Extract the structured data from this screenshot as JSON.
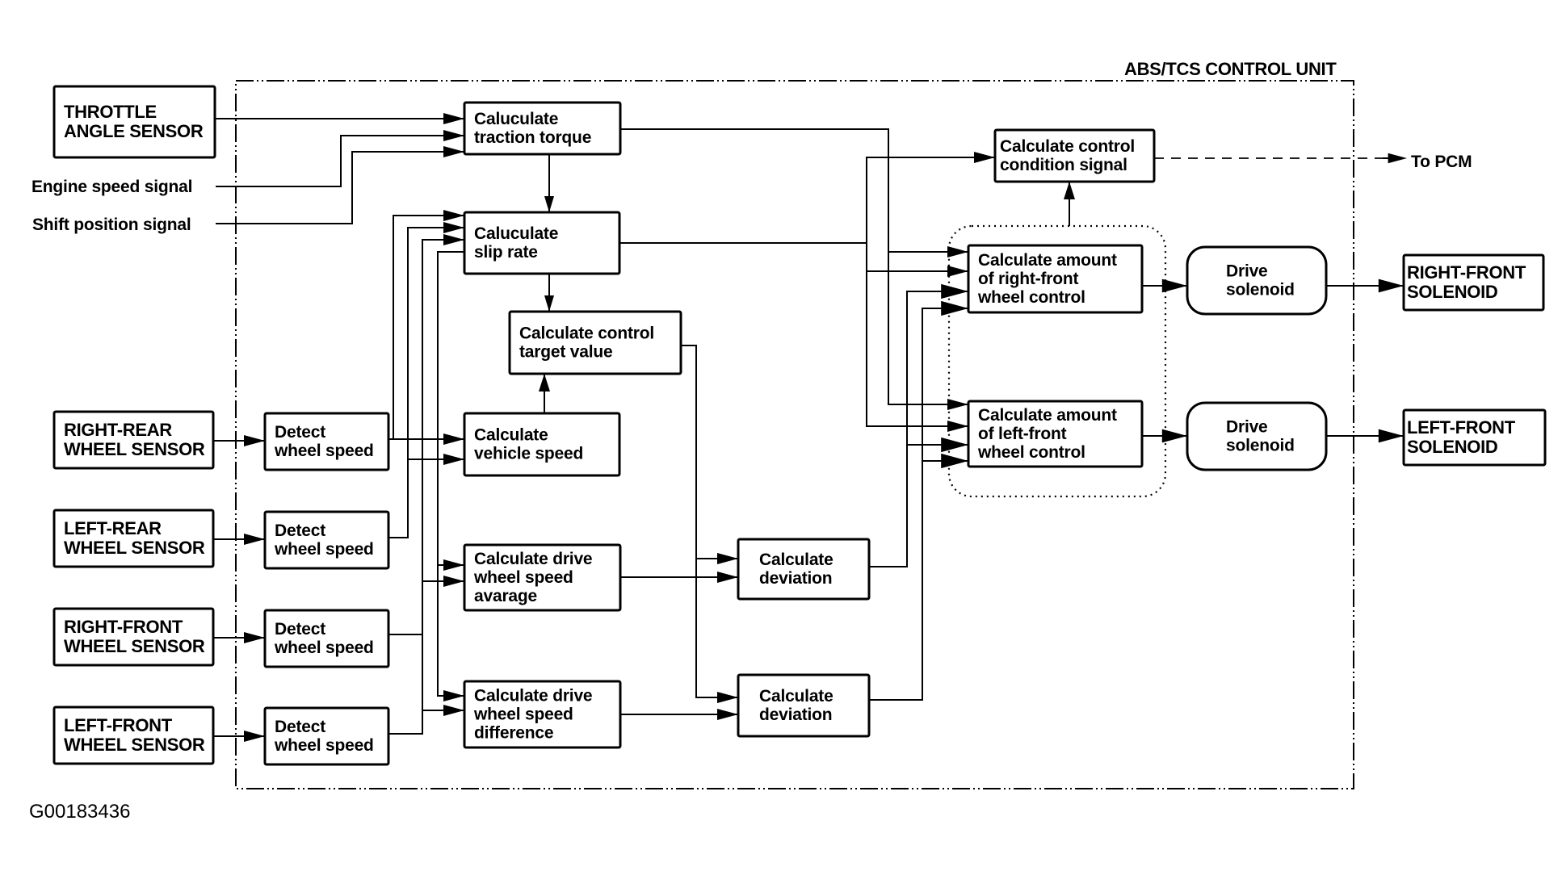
{
  "figure_code": "G00183436",
  "control_unit": {
    "title": "ABS/TCS CONTROL UNIT"
  },
  "external_inputs": {
    "throttle_sensor": [
      "THROTTLE",
      "ANGLE SENSOR"
    ],
    "engine_speed_signal": "Engine speed signal",
    "shift_position_signal": "Shift position signal",
    "wheel_sensors": [
      {
        "id": "right-rear",
        "lines": [
          "RIGHT-REAR",
          "WHEEL SENSOR"
        ]
      },
      {
        "id": "left-rear",
        "lines": [
          "LEFT-REAR",
          "WHEEL SENSOR"
        ]
      },
      {
        "id": "right-front",
        "lines": [
          "RIGHT-FRONT",
          "WHEEL SENSOR"
        ]
      },
      {
        "id": "left-front",
        "lines": [
          "LEFT-FRONT",
          "WHEEL SENSOR"
        ]
      }
    ]
  },
  "process_blocks": {
    "detect_wheel_speed": [
      "Detect",
      "wheel speed"
    ],
    "traction_torque": [
      "Caluculate",
      "traction torque"
    ],
    "slip_rate": [
      "Caluculate",
      "slip rate"
    ],
    "control_target": [
      "Calculate control",
      "target value"
    ],
    "vehicle_speed": [
      "Calculate",
      "vehicle speed"
    ],
    "drive_wheel_avg": [
      "Calculate drive",
      "wheel speed",
      "avarage"
    ],
    "drive_wheel_diff": [
      "Calculate drive",
      "wheel speed",
      "difference"
    ],
    "deviation": [
      "Calculate",
      "deviation"
    ],
    "control_condition": [
      "Calculate control",
      "condition signal"
    ],
    "rf_control": [
      "Calculate amount",
      "of right-front",
      "wheel control"
    ],
    "lf_control": [
      "Calculate amount",
      "of left-front",
      "wheel control"
    ],
    "drive_solenoid": [
      "Drive",
      "solenoid"
    ]
  },
  "outputs": {
    "to_pcm": "To PCM",
    "rf_solenoid": [
      "RIGHT-FRONT",
      "SOLENOID"
    ],
    "lf_solenoid": [
      "LEFT-FRONT",
      "SOLENOID"
    ]
  }
}
